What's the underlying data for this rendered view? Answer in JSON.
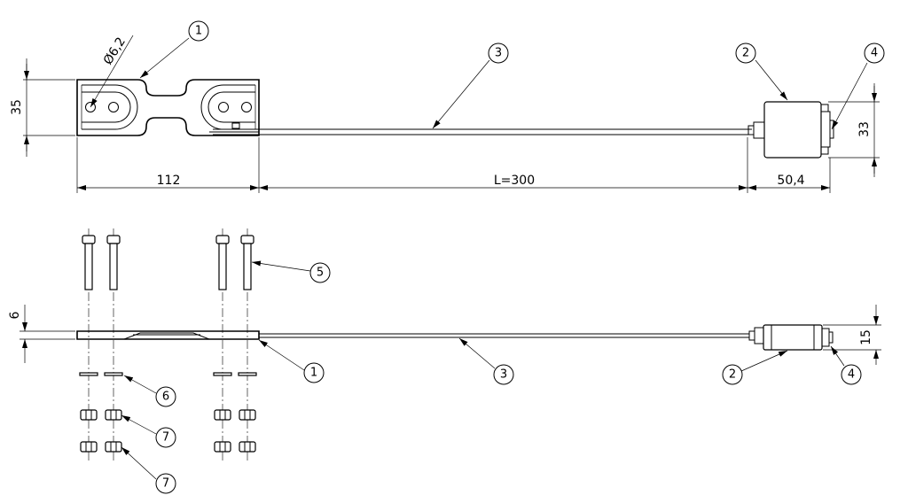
{
  "dimensions": {
    "bracket_height": "35",
    "hole_diameter": "Ø6,2",
    "bracket_length": "112",
    "cable_length": "L=300",
    "connector_length": "50,4",
    "connector_height": "33",
    "plate_thickness": "6",
    "connector_side_height": "15"
  },
  "balloons": {
    "top_1": "1",
    "top_2": "2",
    "top_3": "3",
    "top_4": "4",
    "side_5": "5",
    "side_1": "1",
    "side_3": "3",
    "side_2": "2",
    "side_4": "4",
    "side_6": "6",
    "side_7a": "7",
    "side_7b": "7"
  }
}
